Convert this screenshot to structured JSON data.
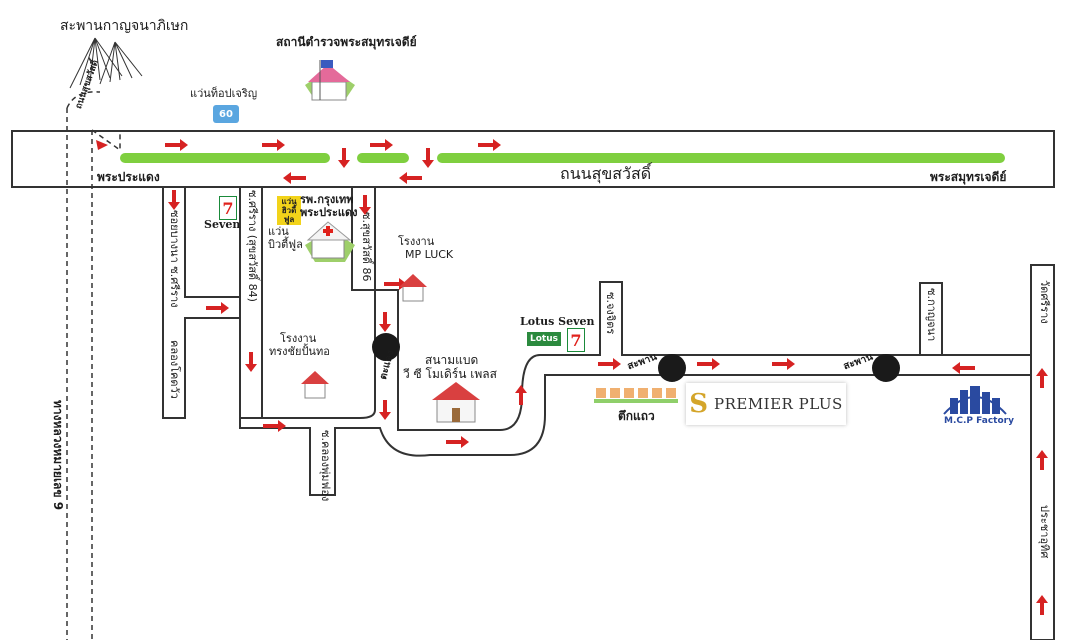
{
  "title_bridge_top": "สะพานกาญจนาภิเษก",
  "police_station": "สถานีตำรวจพระสมุทรเจดีย์",
  "glasses_shop": "แว่นท็อปเจริญ",
  "road_main": "ถนนสุขสวัสดิ์",
  "direction_left": "พระประแดง",
  "direction_right": "พระสมุทรเจดีย์",
  "highway_vertical": "ทางหลวงหมายเลข 9",
  "ring_road_short": "ถนนสุขสวัสดิ์",
  "seven_label": "Seven",
  "soi_prachanuwat": "ซอยบางนา ซ.ศรีราง",
  "soi_suksawat84": "ซ.ศรีราง (สุขสวัสดิ์ 84)",
  "hospital": "รพ.กรุงเทพ พระประแดง",
  "hospital_short_tag": "แว่น ฮิวดี้ฟูล",
  "glasses2": "แว่น บิวตี้ฟูล",
  "soi86": "ซ.สุขสวัสดิ์ 86",
  "factory_mp_luck_1": "โรงงาน",
  "factory_mp_luck_2": "MP LUCK",
  "factory_songchai_1": "โรงงาน",
  "factory_songchai_2": "ทรงชัยปั้นทอ",
  "canal_label": "คลองโคดวัว",
  "roundabout_1": "ตะแคง",
  "badminton_1": "สนามแบด",
  "badminton_2": "วี ซี โมเดิร์น เพลส",
  "lotus_seven": "Lotus Seven",
  "soi_jongjit": "ซ.จงจิตร",
  "bridge_mid": "สะพาน",
  "bridge_right": "สะพาน",
  "soi_kanchana": "ซ.กาญจนา",
  "rowhouses": "ตึกแถว",
  "premier_plus": "PREMIER PLUS",
  "premier_mark": "S",
  "mcp_factory": "M.C.P Factory",
  "wat_srirang": "วัดศรีราง",
  "prachautit": "ประชาอุทิศ",
  "soi_khlong_nung": "ซ.คลองพุ่มฟอง",
  "lotus_badge": "Lotus",
  "seven_glyph": "7",
  "glasses_badge": "60",
  "colors": {
    "road_green": "#7fcf3f",
    "arrow_red": "#d62222",
    "premier_gold": "#d4a52a"
  }
}
